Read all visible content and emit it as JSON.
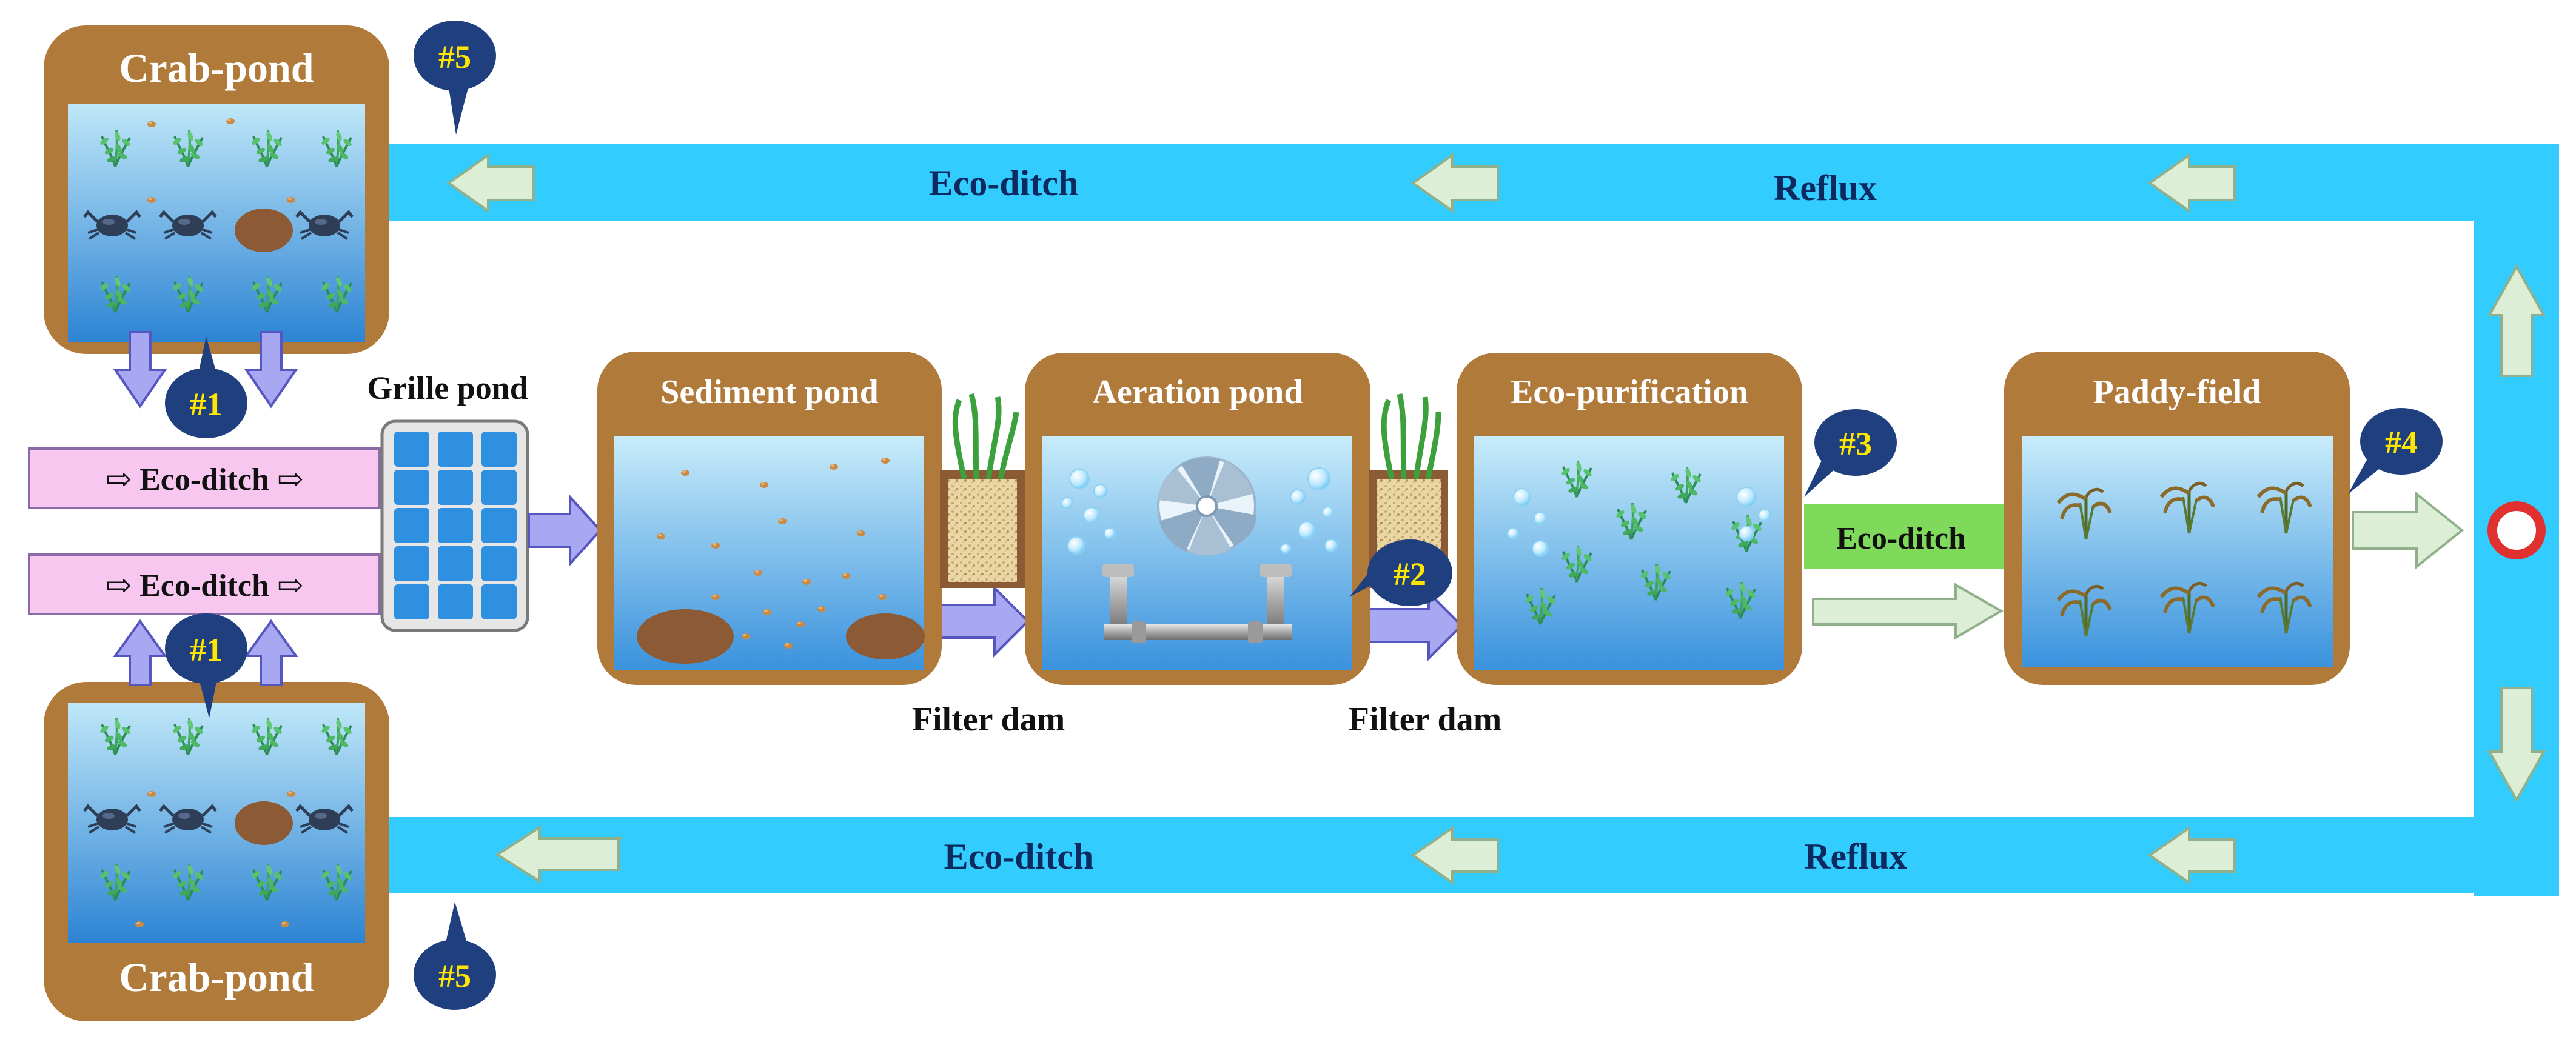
{
  "colors": {
    "ditch_blue": "#33CCFF",
    "pond_brown": "#B07A3A",
    "water_light": "#A8DDF5",
    "water_deep": "#2F86D6",
    "arrow_green": "#DCEFD6",
    "arrow_purple": "#9C9CF0",
    "callout_navy": "#1F3F7F",
    "callout_text": "#FFE600",
    "inlet_pink": "#F7C7F0",
    "ecoditch_green": "#7FD95A"
  },
  "labels": {
    "crab_pond_top": "Crab-pond",
    "crab_pond_bottom": "Crab-pond",
    "grille_pond": "Grille pond",
    "sediment_pond": "Sediment pond",
    "aeration_pond": "Aeration pond",
    "eco_purification": "Eco-purification",
    "paddy_field": "Paddy-field",
    "filter_dam_1": "Filter dam",
    "filter_dam_2": "Filter dam",
    "eco_ditch_top": "Eco-ditch",
    "reflux_top": "Reflux",
    "eco_ditch_bottom": "Eco-ditch",
    "reflux_bottom": "Reflux",
    "eco_ditch_middle": "Eco-ditch",
    "inlet_1": "⇨ Eco-ditch ⇨",
    "inlet_2": "⇨ Eco-ditch ⇨"
  },
  "callouts": {
    "c1_top": "#1",
    "c1_bottom": "#1",
    "c2": "#2",
    "c3": "#3",
    "c4": "#4",
    "c5_top": "#5",
    "c5_bottom": "#5"
  }
}
